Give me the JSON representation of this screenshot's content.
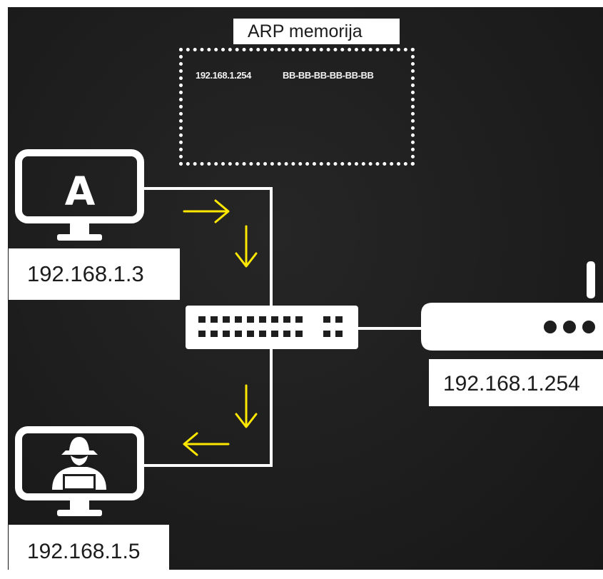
{
  "diagram": {
    "arp_memory": {
      "title": "ARP memorija",
      "entry_ip": "192.168.1.254",
      "entry_mac": "BB-BB-BB-BB-BB-BB"
    },
    "host_a": {
      "letter": "A",
      "ip": "192.168.1.3"
    },
    "router": {
      "ip": "192.168.1.254"
    },
    "attacker": {
      "ip": "192.168.1.5"
    },
    "colors": {
      "background": "#1e1e1e",
      "device": "#ffffff",
      "arrow": "#ffe800"
    }
  }
}
